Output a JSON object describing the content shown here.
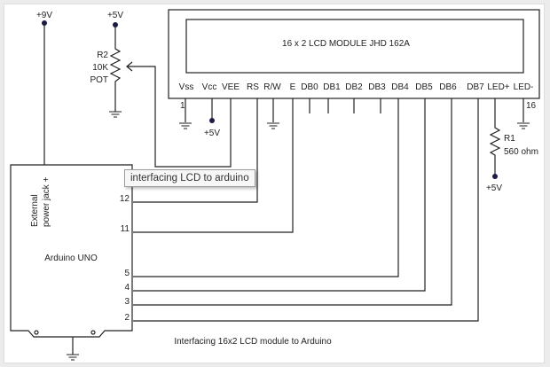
{
  "lcd": {
    "title": "16 x 2 LCD MODULE  JHD  162A",
    "pins": [
      "Vss",
      "Vcc",
      "VEE",
      "RS",
      "R/W",
      "E",
      "DB0",
      "DB1",
      "DB2",
      "DB3",
      "DB4",
      "DB5",
      "DB6",
      "DB7",
      "LED+",
      "LED-"
    ],
    "pin_first": "1",
    "pin_last": "16",
    "vcc_supply": "+5V"
  },
  "arduino": {
    "name": "Arduino UNO",
    "jack_line1": "External",
    "jack_line2": "power jack +",
    "pins": [
      "12",
      "11",
      "5",
      "4",
      "3",
      "2"
    ]
  },
  "supply_9v": "+9V",
  "pot": {
    "supply": "+5V",
    "name": "R2",
    "value": "10K",
    "type": "POT"
  },
  "r1": {
    "name": "R1",
    "value": "560 ohm",
    "supply": "+5V"
  },
  "tooltip": "interfacing LCD to arduino",
  "caption": "Interfacing 16x2 LCD module to Arduino"
}
